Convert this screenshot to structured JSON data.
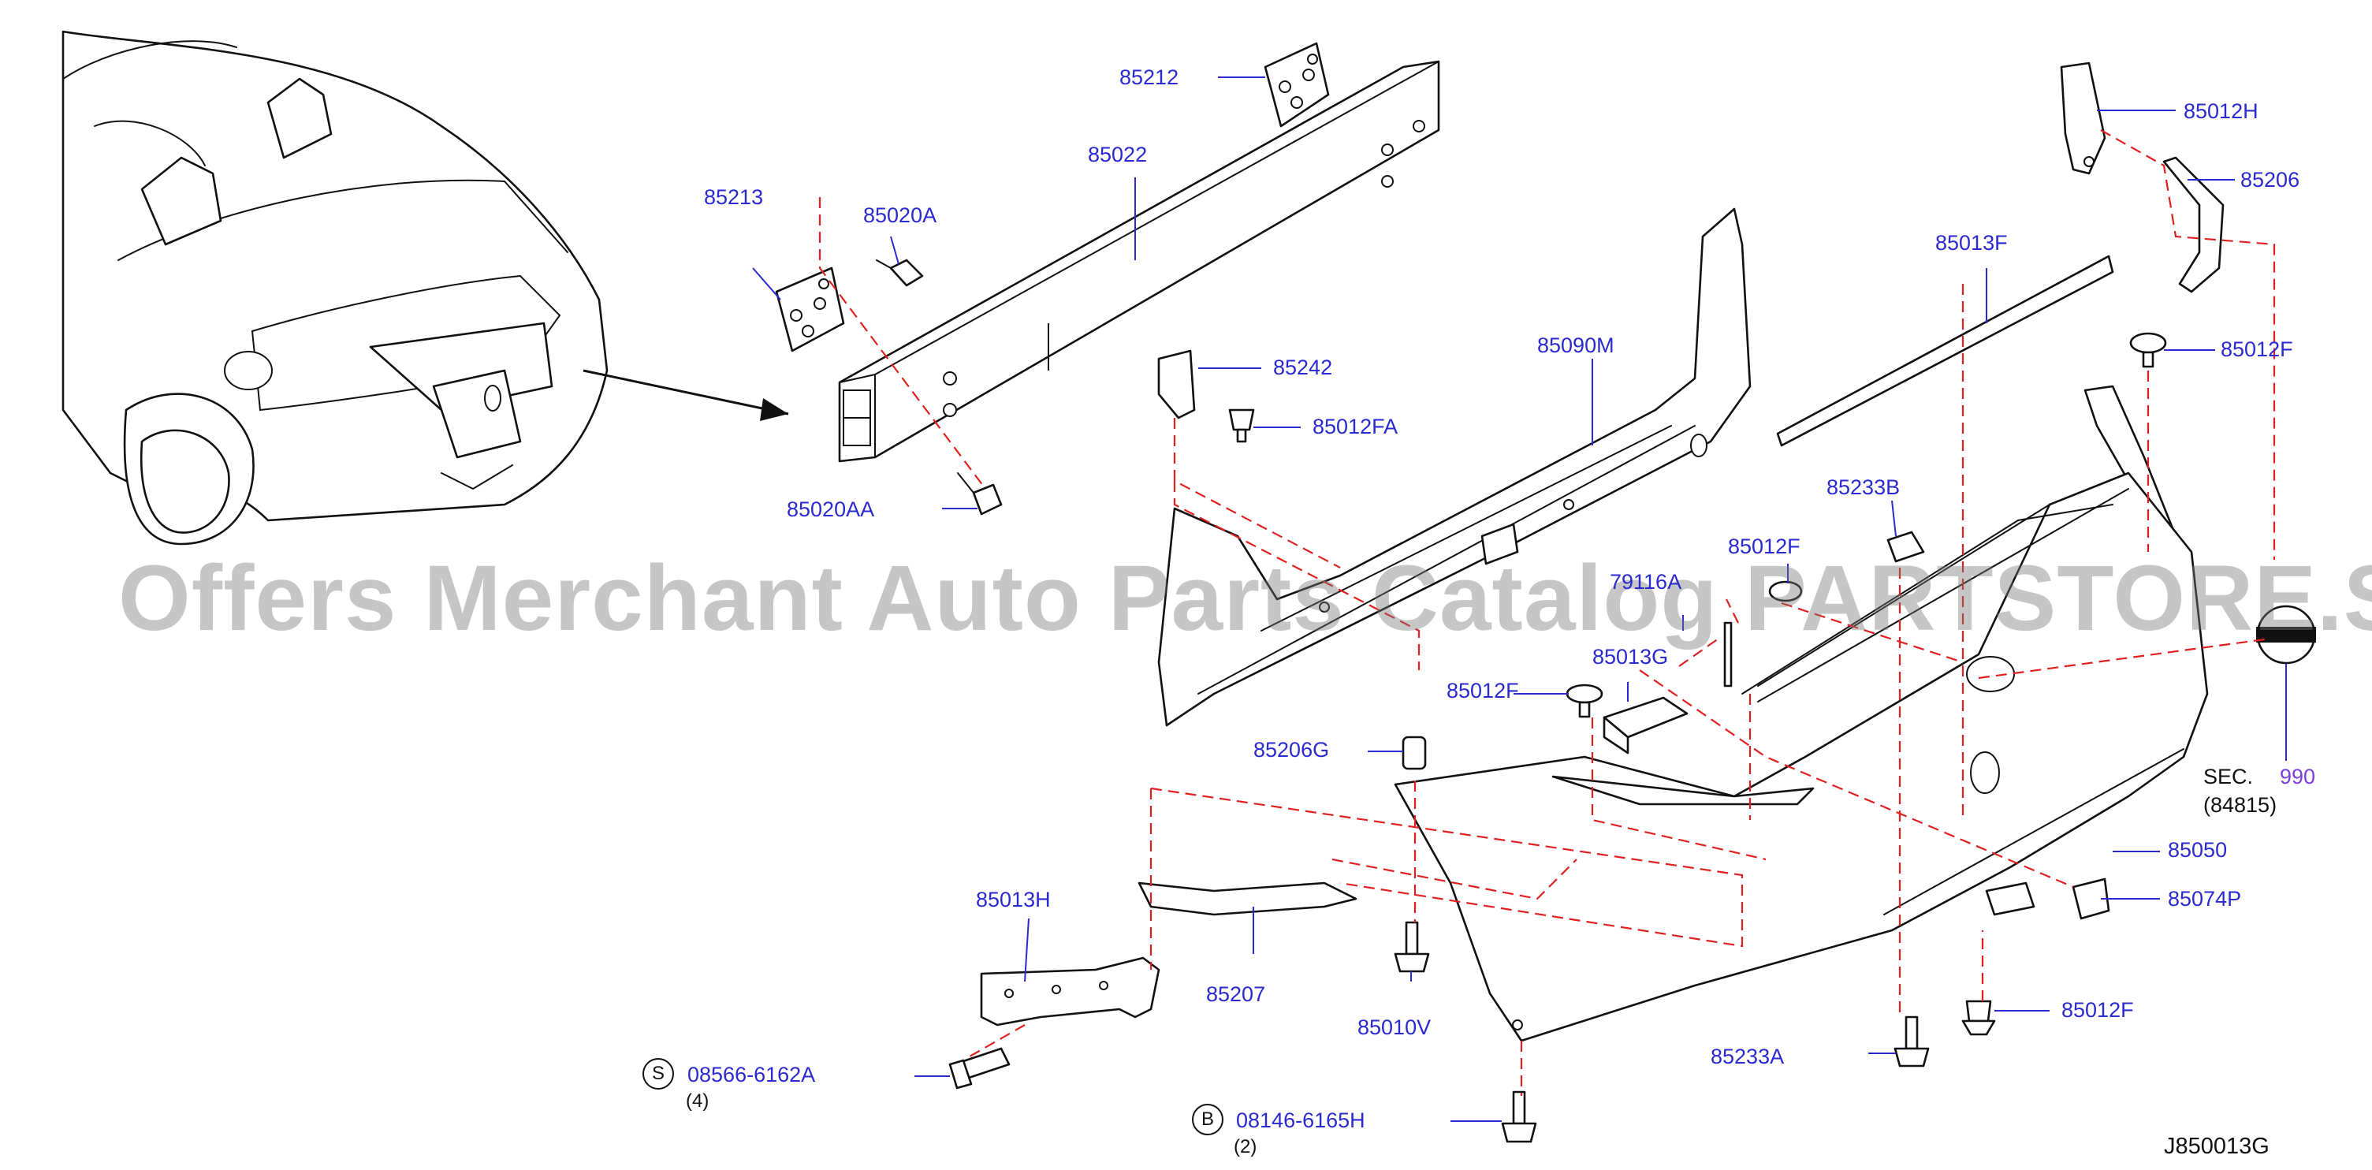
{
  "diagram": {
    "parts": {
      "p85212": "85212",
      "p85022": "85022",
      "p85213": "85213",
      "p85020A": "85020A",
      "p85242": "85242",
      "p85012FA": "85012FA",
      "p85020AA": "85020AA",
      "p85090M": "85090M",
      "p85012H": "85012H",
      "p85206": "85206",
      "p85013F": "85013F",
      "p85012F_top": "85012F",
      "p85233B": "85233B",
      "p85012F_mid": "85012F",
      "p79116A": "79116A",
      "p85013G": "85013G",
      "p85012F_left": "85012F",
      "p85206G": "85206G",
      "p85050": "85050",
      "p85074P": "85074P",
      "p85013H": "85013H",
      "p85207": "85207",
      "p85010V": "85010V",
      "p85012F_bottom": "85012F",
      "p85233A": "85233A"
    },
    "sec_label": "SEC.",
    "sec_number": "990",
    "sec_ref": "(84815)",
    "bolt_s": {
      "symbol": "S",
      "number": "08566-6162A",
      "qty": "(4)"
    },
    "bolt_b": {
      "symbol": "B",
      "number": "08146-6165H",
      "qty": "(2)"
    },
    "diagram_code": "J850013G",
    "watermark": "Offers Merchant Auto Parts Catalog PARTSTORE.SA",
    "colors": {
      "label": "#2a2ad0",
      "dashed_line": "#e02020",
      "sec_number": "#7b3fe0",
      "outline": "#111111"
    }
  }
}
